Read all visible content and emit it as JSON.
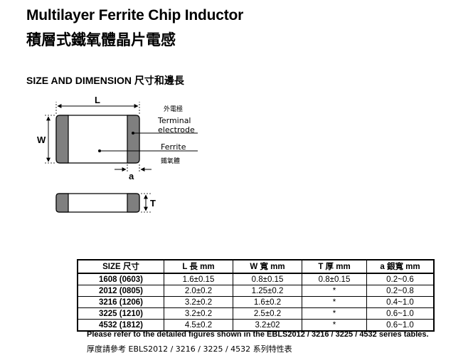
{
  "title_en": "Multilayer Ferrite Chip Inductor",
  "title_zh": "積層式鐵氧體晶片電感",
  "section_heading": "SIZE AND DIMENSION 尺寸和邊長",
  "diagram": {
    "dim_L": "L",
    "dim_W": "W",
    "dim_a": "a",
    "dim_T": "T",
    "electrode_zh": "外電極",
    "electrode_en_1": "Terminal",
    "electrode_en_2": "electrode",
    "ferrite_en": "Ferrite",
    "ferrite_zh": "鐵氧體",
    "electrode_color": "#7f7f7f",
    "body_color": "#ffffff"
  },
  "table": {
    "headers": [
      "SIZE 尺寸",
      "L 長 mm",
      "W 寬 mm",
      "T 厚 mm",
      "a 銀寬 mm"
    ],
    "rows": [
      [
        "1608 (0603)",
        "1.6±0.15",
        "0.8±0.15",
        "0.8±0.15",
        "0.2~0.6"
      ],
      [
        "2012 (0805)",
        "2.0±0.2",
        "1.25±0.2",
        "*",
        "0.2~0.8"
      ],
      [
        "3216 (1206)",
        "3.2±0.2",
        "1.6±0.2",
        "*",
        "0.4~1.0"
      ],
      [
        "3225 (1210)",
        "3.2±0.2",
        "2.5±0.2",
        "*",
        "0.6~1.0"
      ],
      [
        "4532 (1812)",
        "4.5±0.2",
        "3.2±02",
        "*",
        "0.6~1.0"
      ]
    ]
  },
  "note_en": "Please refer to the detailed figures shown in the EBLS2012 / 3216 / 3225 / 4532 series tables.",
  "note_zh": "厚度請參考 EBLS2012 / 3216 / 3225 / 4532 系列特性表"
}
